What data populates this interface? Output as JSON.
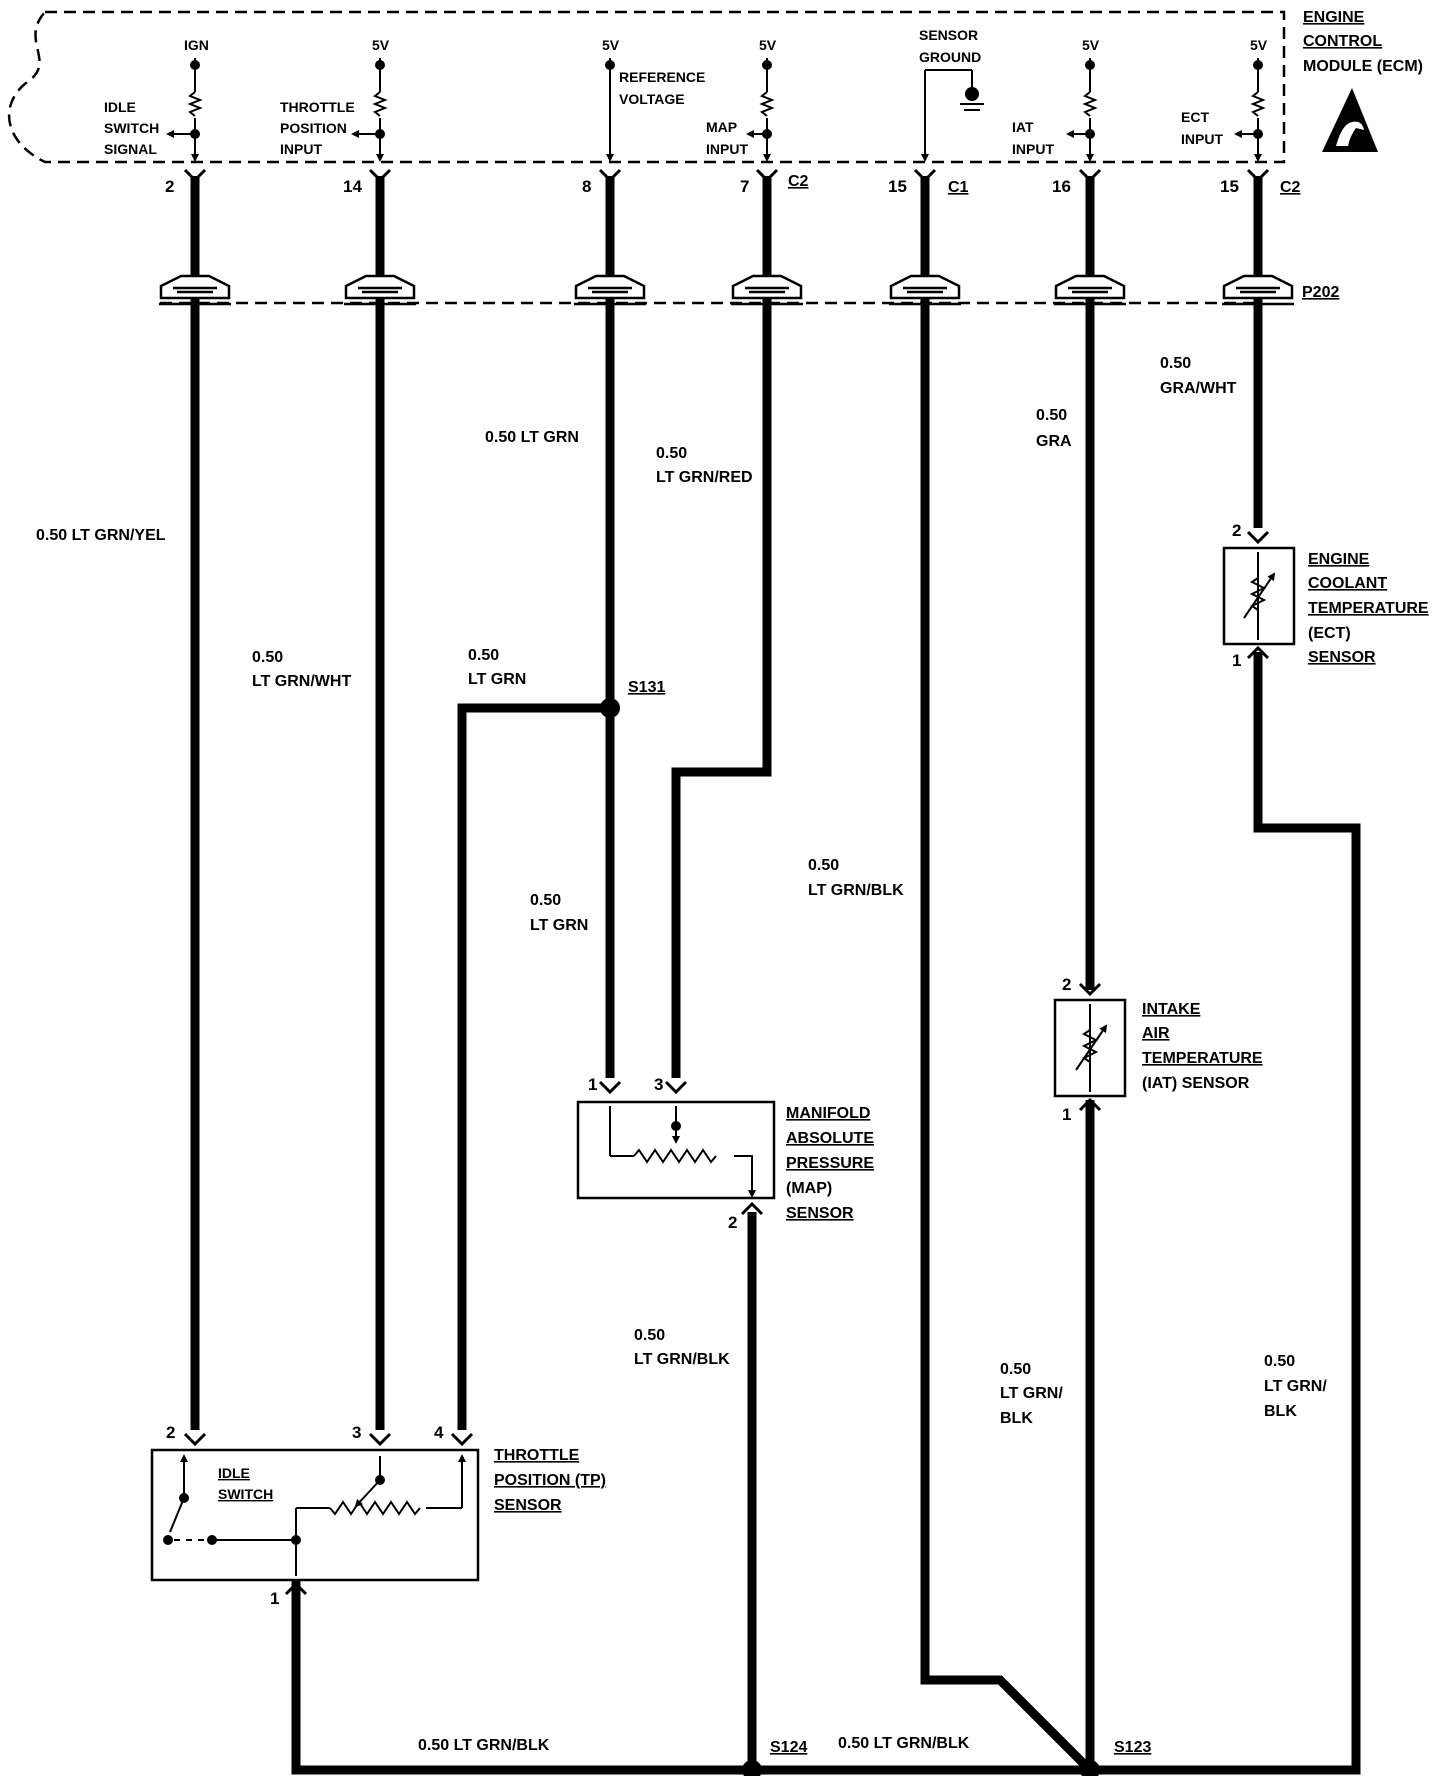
{
  "ecm": {
    "title_lines": [
      "ENGINE",
      "CONTROL",
      "MODULE (ECM)"
    ],
    "supplies": {
      "ign": "IGN",
      "five_v": "5V"
    },
    "inputs": {
      "idle_switch": [
        "IDLE",
        "SWITCH",
        "SIGNAL"
      ],
      "throttle_position": [
        "THROTTLE",
        "POSITION",
        "INPUT"
      ],
      "reference_voltage": [
        "REFERENCE",
        "VOLTAGE"
      ],
      "map": [
        "MAP",
        "INPUT"
      ],
      "sensor_ground": [
        "SENSOR",
        "GROUND"
      ],
      "iat": [
        "IAT",
        "INPUT"
      ],
      "ect": [
        "ECT",
        "INPUT"
      ]
    },
    "pins": [
      "2",
      "14",
      "8",
      "7",
      "15",
      "16",
      "15"
    ],
    "connectors": [
      "C2",
      "C1",
      "C2"
    ]
  },
  "connector_p202": "P202",
  "wires": {
    "idle_signal": "0.50 LT GRN/YEL",
    "tp_signal": [
      "0.50",
      "LT GRN/WHT"
    ],
    "ref_top": "0.50 LT GRN",
    "ref_tp": [
      "0.50",
      "LT GRN"
    ],
    "ref_map": [
      "0.50",
      "LT GRN"
    ],
    "map_signal": [
      "0.50",
      "LT GRN/RED"
    ],
    "sensor_ground": [
      "0.50",
      "LT GRN/BLK"
    ],
    "iat_signal": [
      "0.50",
      "GRA"
    ],
    "ect_signal": [
      "0.50",
      "GRA/WHT"
    ],
    "map_ground": [
      "0.50",
      "LT GRN/BLK"
    ],
    "iat_ground": [
      "0.50",
      "LT GRN/",
      "BLK"
    ],
    "ect_ground": [
      "0.50",
      "LT GRN/",
      "BLK"
    ],
    "bottom_left": "0.50 LT GRN/BLK",
    "bottom_right": "0.50 LT GRN/BLK"
  },
  "splices": {
    "s131": "S131",
    "s124": "S124",
    "s123": "S123"
  },
  "sensors": {
    "ect": {
      "name_lines": [
        "ENGINE",
        "COOLANT",
        "TEMPERATURE",
        "(ECT)",
        "SENSOR"
      ],
      "pin_top": "2",
      "pin_bottom": "1"
    },
    "iat": {
      "name_lines": [
        "INTAKE",
        "AIR",
        "TEMPERATURE",
        "(IAT) SENSOR"
      ],
      "pin_top": "2",
      "pin_bottom": "1"
    },
    "map": {
      "name_lines": [
        "MANIFOLD",
        "ABSOLUTE",
        "PRESSURE",
        "(MAP)",
        "SENSOR"
      ],
      "pin_ref": "1",
      "pin_signal": "3",
      "pin_ground": "2"
    },
    "tp": {
      "name_lines": [
        "THROTTLE",
        "POSITION (TP)",
        "SENSOR"
      ],
      "idle_switch_lines": [
        "IDLE",
        "SWITCH"
      ],
      "pin_idle": "2",
      "pin_signal": "3",
      "pin_ref": "4",
      "pin_ground": "1"
    }
  }
}
